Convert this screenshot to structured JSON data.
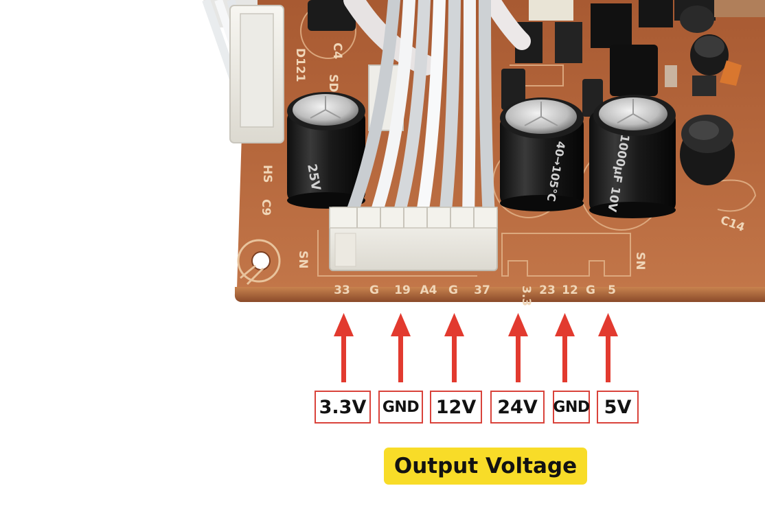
{
  "board": {
    "silkscreen": {
      "designators": [
        "C9",
        "HS",
        "C4",
        "D121",
        "SD8",
        "C14",
        "SN",
        "SN"
      ],
      "pins": [
        "33",
        "G",
        "19",
        "A4",
        "G",
        "37",
        "3.3",
        "23",
        "12",
        "G",
        "5"
      ]
    },
    "capacitors": [
      {
        "marking": "25V"
      },
      {
        "marking": "40→105°C"
      },
      {
        "marking": "1000µF 10V"
      }
    ]
  },
  "outputs": [
    {
      "label": "3.3V"
    },
    {
      "label": "GND"
    },
    {
      "label": "12V"
    },
    {
      "label": "24V"
    },
    {
      "label": "GND"
    },
    {
      "label": "5V"
    }
  ],
  "caption": "Output Voltage",
  "colors": {
    "board": "#b3653a",
    "arrow": "#e23a2f",
    "label_border": "#d9423a",
    "caption_bg": "#f8dc28",
    "text": "#121212"
  }
}
